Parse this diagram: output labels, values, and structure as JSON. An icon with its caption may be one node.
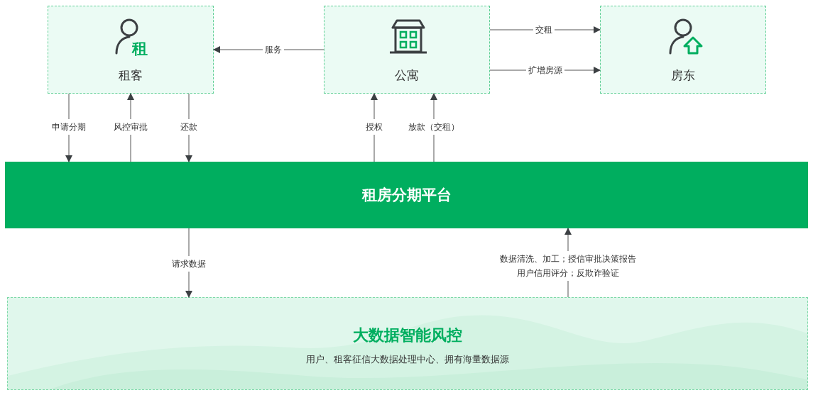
{
  "diagram": {
    "nodes": [
      {
        "text": [
          "租客"
        ]
      },
      {
        "text": [
          "公寓"
        ]
      },
      {
        "text": [
          "房东"
        ]
      },
      {
        "text": [
          "租房分期平台"
        ]
      },
      {
        "text": [
          "大数据智能风控",
          "用户、租客征信大数据处理中心、拥有海量数据源"
        ]
      }
    ],
    "edges": [
      {
        "from": 1,
        "to": 0,
        "arrow": "to",
        "label": "服务"
      },
      {
        "from": 1,
        "to": 2,
        "arrow": "to",
        "label": "交租"
      },
      {
        "from": 1,
        "to": 2,
        "arrow": "to",
        "label": "扩增房源"
      },
      {
        "from": 0,
        "to": 3,
        "arrow": "to",
        "label": "申请分期"
      },
      {
        "from": 3,
        "to": 0,
        "arrow": "to",
        "label": "风控审批"
      },
      {
        "from": 0,
        "to": 3,
        "arrow": "to",
        "label": "还款"
      },
      {
        "from": 3,
        "to": 1,
        "arrow": "to",
        "label": "授权"
      },
      {
        "from": 3,
        "to": 1,
        "arrow": "to",
        "label": "放款（交租）"
      },
      {
        "from": 3,
        "to": 4,
        "arrow": "to",
        "label": "请求数据"
      },
      {
        "from": 4,
        "to": 3,
        "arrow": "to",
        "label": "数据清洗、加工；授信审批决策报告用户信用评分；反欺诈验证"
      }
    ],
    "labels": [
      "租"
    ]
  }
}
